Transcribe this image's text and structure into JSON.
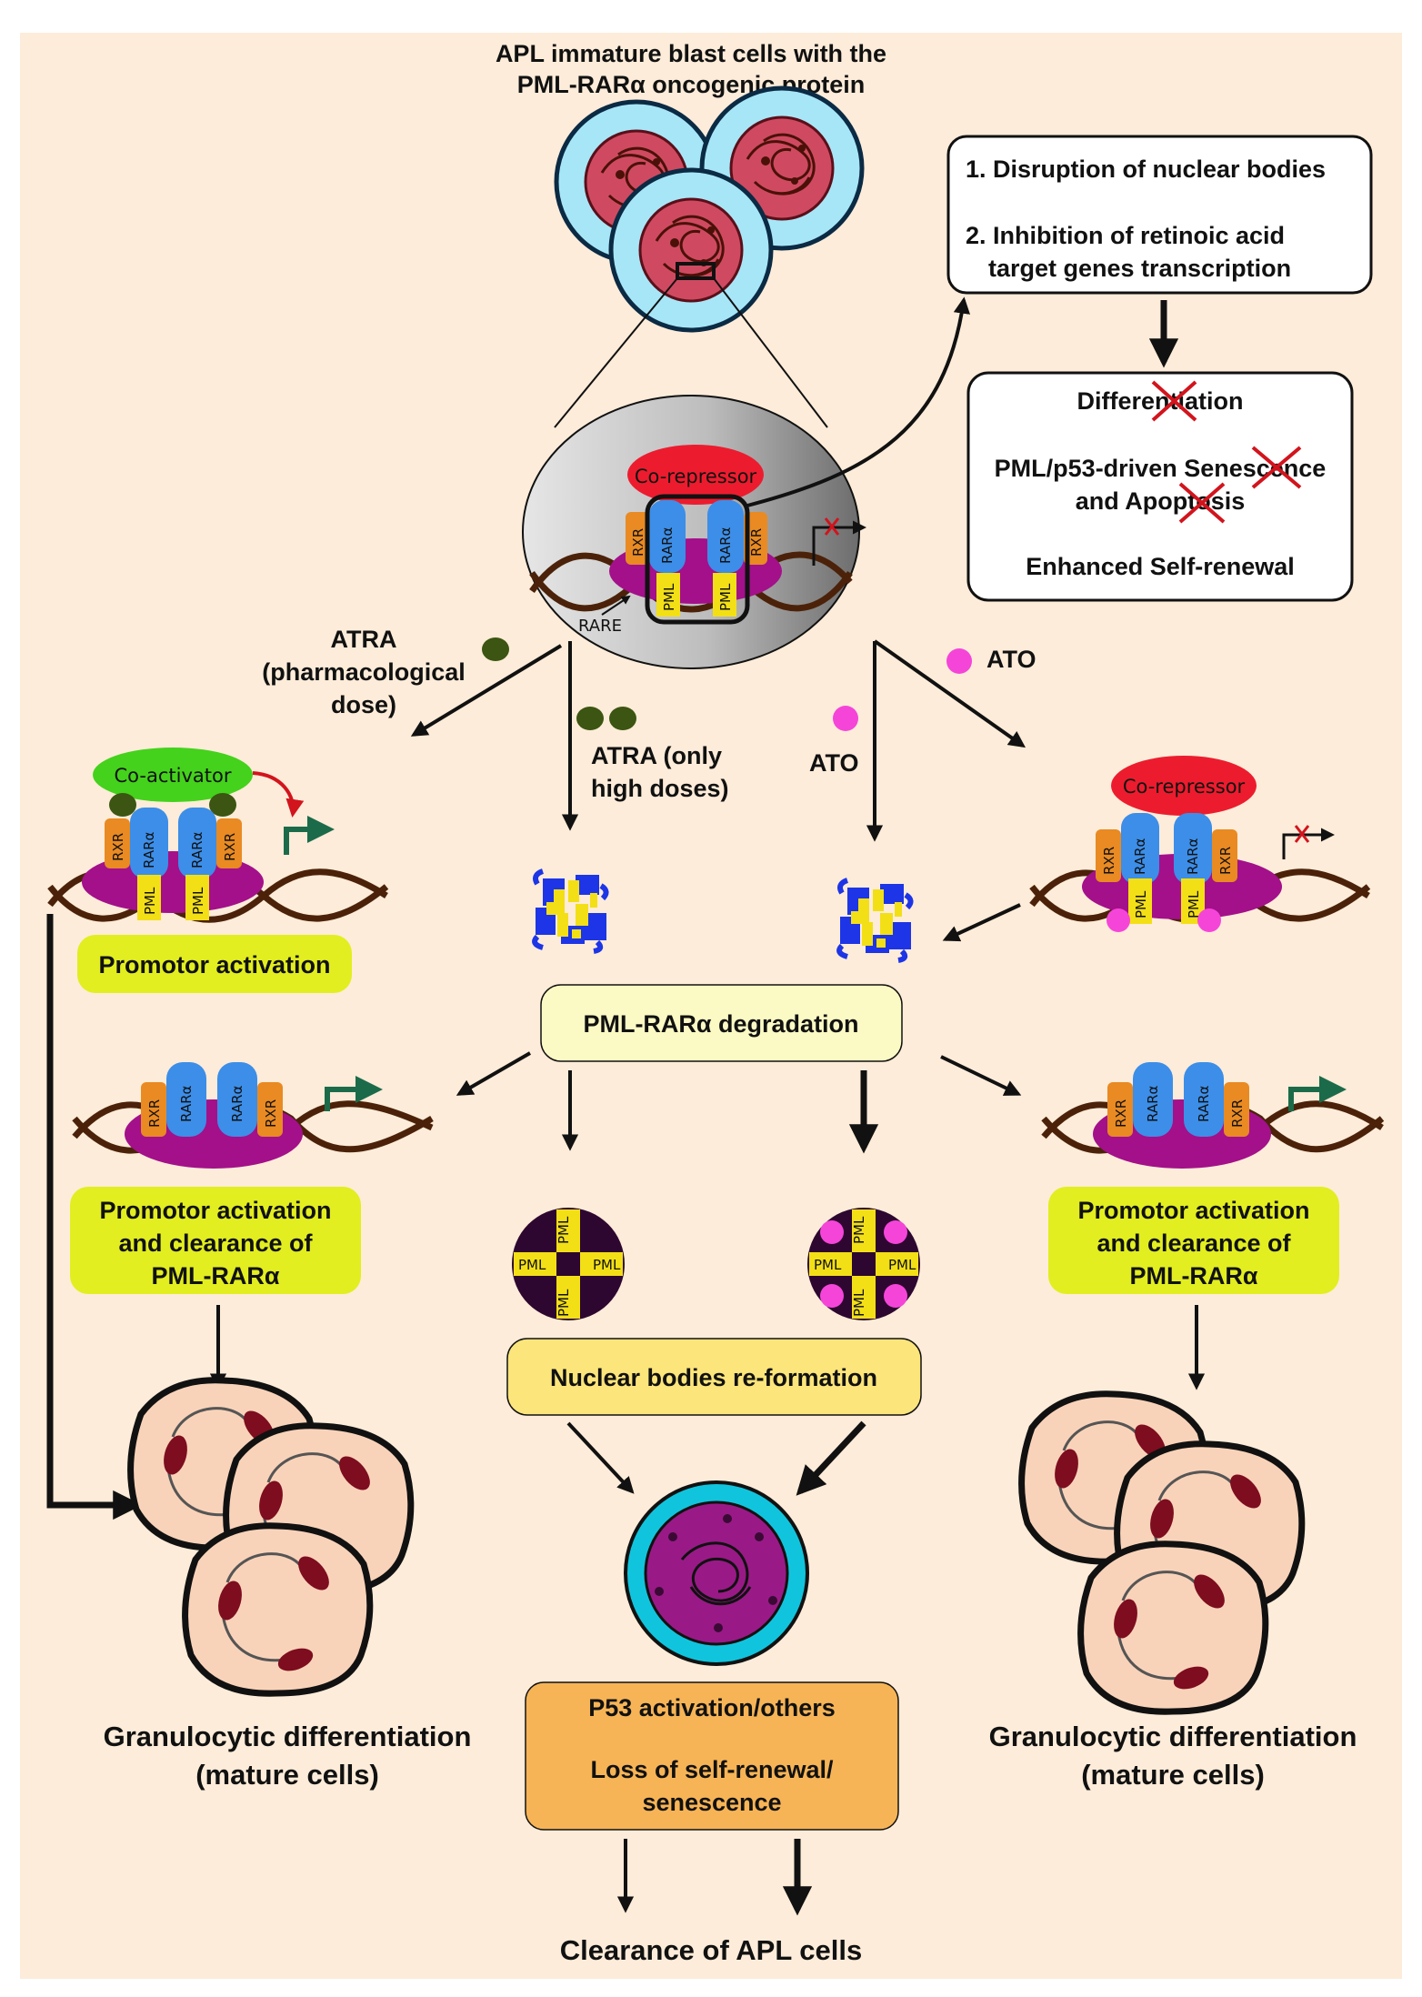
{
  "title": "APL immature blast cells with the PML-RARα oncogenic protein",
  "title_line1": "APL immature blast cells with the",
  "title_line2": "PML-RARα oncogenic protein",
  "effects": {
    "item1": "1. Disruption of nuclear bodies",
    "item2_line1": "2. Inhibition of retinoic acid",
    "item2_line2": "target genes transcription"
  },
  "blocked": {
    "differentiation": "Differentiation",
    "senescence_line1": "PML/p53-driven Senescence",
    "senescence_line2": "and Apoptosis",
    "self_renewal": "Enhanced Self-renewal"
  },
  "molecules": {
    "co_repressor": "Co-repressor",
    "co_activator": "Co-activator",
    "rxr": "RXR",
    "rara": "RARα",
    "pml": "PML",
    "rare": "RARE"
  },
  "treatments": {
    "atra_pharm_line1": "ATRA",
    "atra_pharm_line2": "(pharmacological",
    "atra_pharm_line3": "dose)",
    "atra_high_line1": "ATRA (only",
    "atra_high_line2": "high doses)",
    "ato": "ATO"
  },
  "labels": {
    "promotor_activation": "Promotor activation",
    "degradation": "PML-RARα degradation",
    "clearance_line1": "Promotor activation",
    "clearance_line2": "and clearance of",
    "clearance_line3": "PML-RARα",
    "nuclear_bodies": "Nuclear bodies  re-formation",
    "p53_line1": "P53 activation/others",
    "p53_line2": "Loss of self-renewal/",
    "p53_line3": "senescence",
    "granulocytic_line1": "Granulocytic differentiation",
    "granulocytic_line2": "(mature cells)",
    "clearance_apl": "Clearance of APL cells"
  },
  "colors": {
    "background": "#fdecd9",
    "rxr": "#e98a22",
    "rara": "#3c8ee8",
    "pml": "#f3df16",
    "chromatin": "#a3108a",
    "dna": "#4b2209",
    "co_repressor": "#ec1c2e",
    "co_activator": "#44d21c",
    "atra": "#3c5512",
    "ato": "#f545d9",
    "label_green": "#e2ee20",
    "label_yellow": "#fce57a",
    "label_orange": "#f7b456",
    "cell_cytoplasm": "#a7e6f7",
    "cell_nucleus": "#cf4a60",
    "mature_cell": "#f9d3b9",
    "mature_nucleus": "#7d0d1f",
    "senescent_ring": "#11c4dd",
    "senescent_nucleus": "#991a86",
    "nuclear_body": "#2d0730",
    "activation_arrow": "#1b6b4a",
    "cross": "#d2141d"
  }
}
